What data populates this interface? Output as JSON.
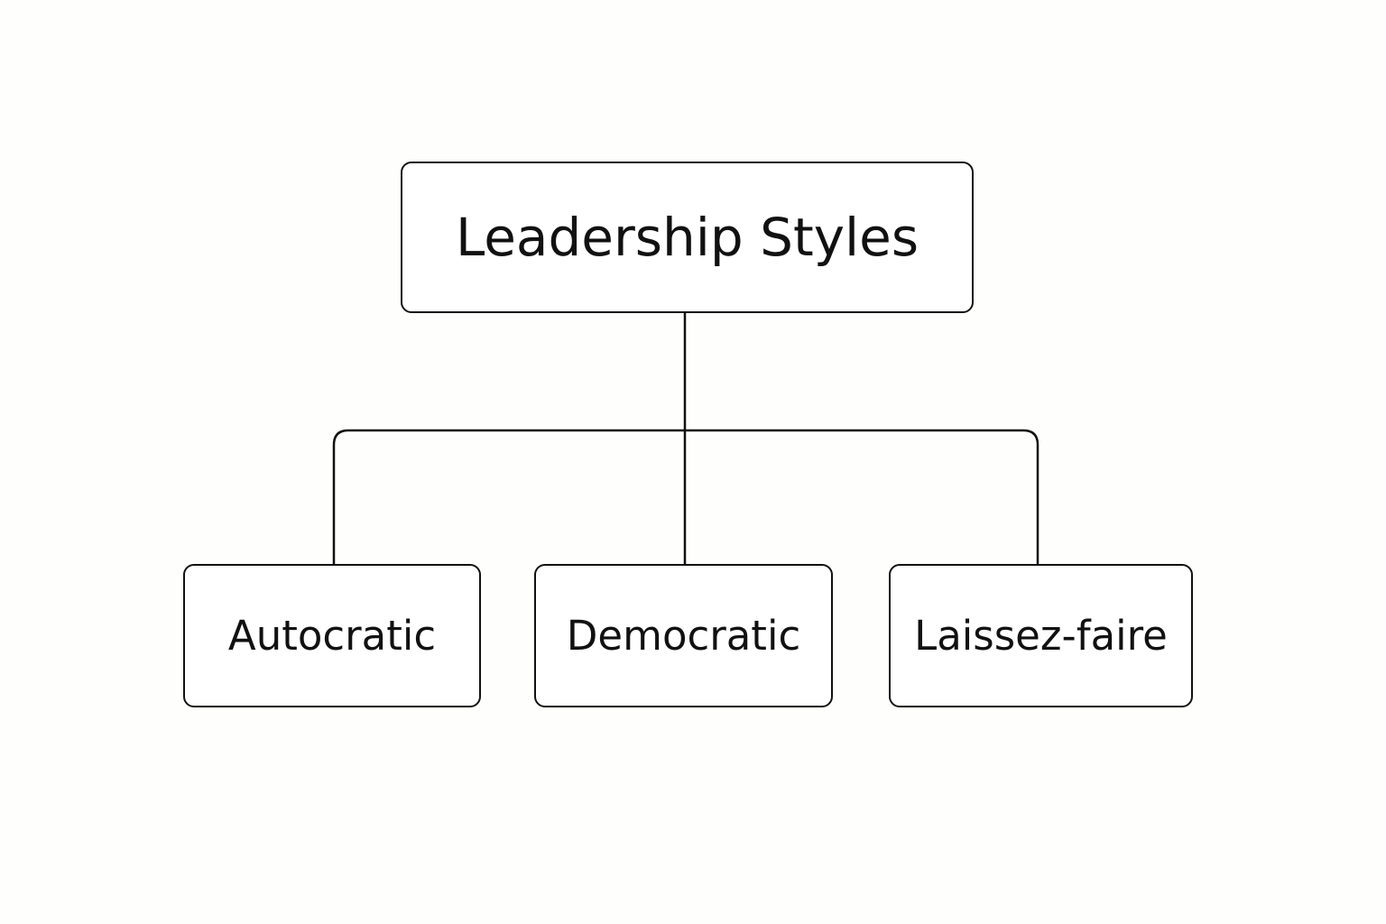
{
  "diagram": {
    "root": {
      "label": "Leadership Styles"
    },
    "children": [
      {
        "label": "Autocratic"
      },
      {
        "label": "Democratic"
      },
      {
        "label": "Laissez-faire"
      }
    ]
  },
  "colors": {
    "background": "#fefefc",
    "stroke": "#111111",
    "text": "#111111"
  }
}
